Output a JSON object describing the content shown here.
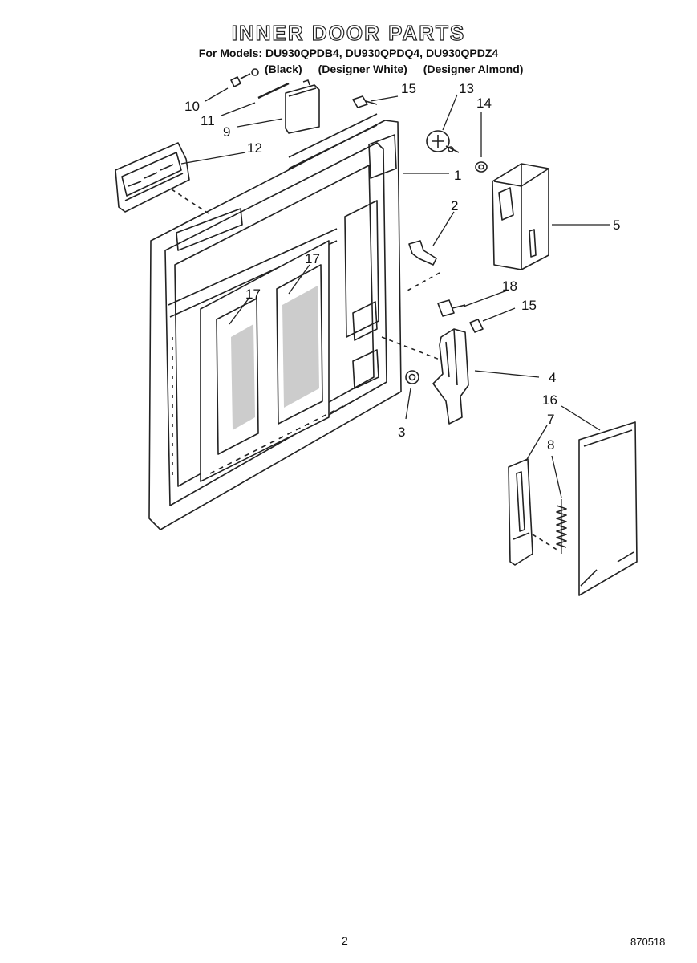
{
  "title": "INNER DOOR PARTS",
  "models_line": "For Models: DU930QPDB4, DU930QPDQ4, DU930QPDZ4",
  "variants": [
    "(Black)",
    "(Designer White)",
    "(Designer Almond)"
  ],
  "callouts": {
    "c1": "1",
    "c2": "2",
    "c3": "3",
    "c4": "4",
    "c5": "5",
    "c7": "7",
    "c8": "8",
    "c9": "9",
    "c10": "10",
    "c11": "11",
    "c12": "12",
    "c13": "13",
    "c14": "14",
    "c15a": "15",
    "c15b": "15",
    "c16": "16",
    "c17a": "17",
    "c17b": "17",
    "c18": "18"
  },
  "footer": {
    "page_number": "2",
    "doc_code": "870518"
  }
}
